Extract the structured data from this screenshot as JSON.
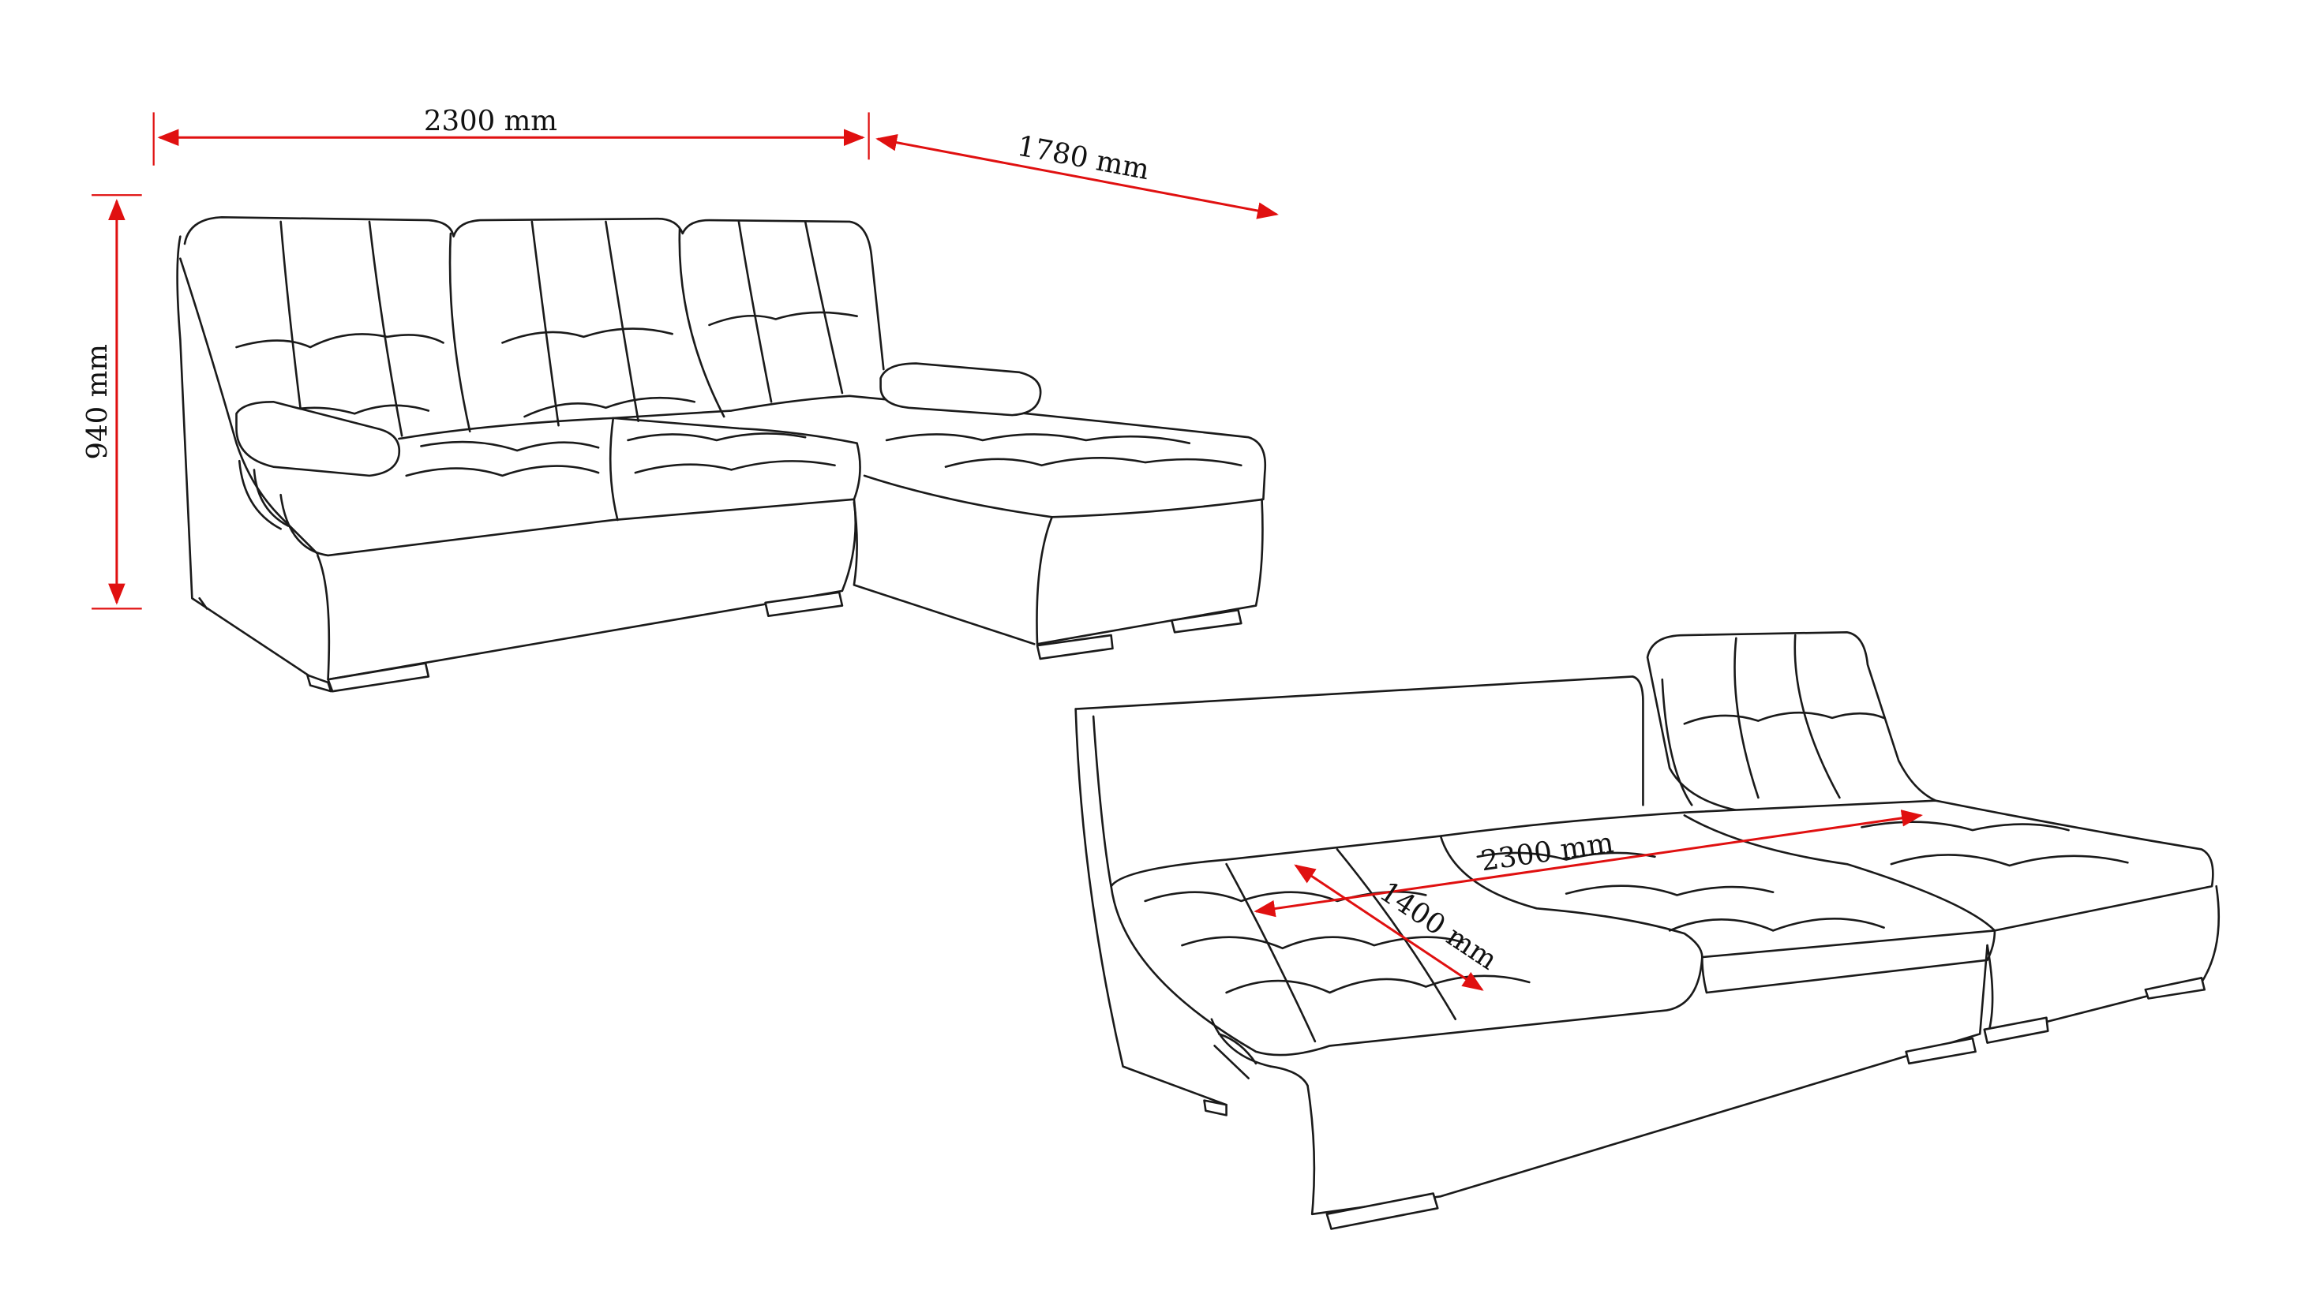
{
  "diagram": {
    "title": "Corner sofa dimensions",
    "colors": {
      "dimension": "#e01010",
      "outline": "#1a1a1a",
      "background": "#ffffff"
    },
    "assembled_view": {
      "width_label": "2300 mm",
      "depth_label": "1780 mm",
      "height_label": "940 mm"
    },
    "bed_view": {
      "sleep_length_label": "2300 mm",
      "sleep_width_label": "1400 mm"
    }
  }
}
